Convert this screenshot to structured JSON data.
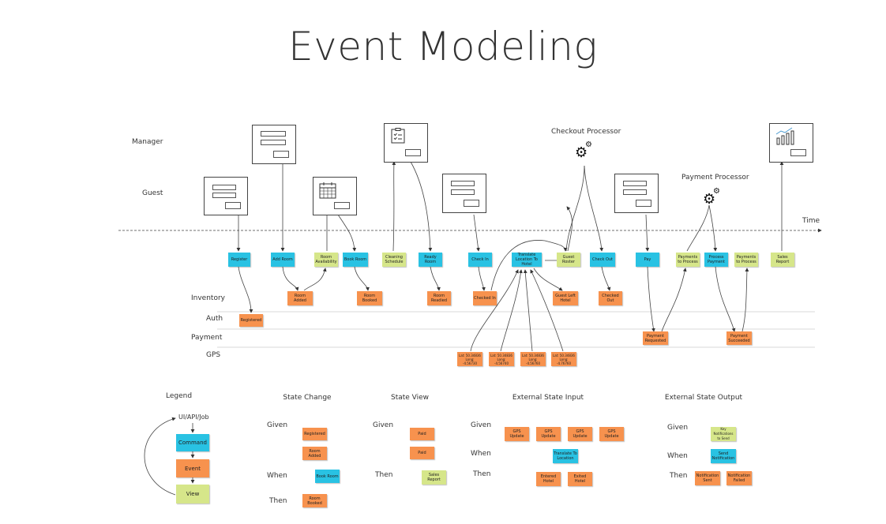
{
  "title": "Event Modeling",
  "lanes": {
    "manager": "Manager",
    "guest": "Guest",
    "checkout_processor": "Checkout Processor",
    "payment_processor": "Payment Processor",
    "time": "Time",
    "inventory": "Inventory",
    "auth": "Auth",
    "payment": "Payment",
    "gps": "GPS"
  },
  "timeline": {
    "register": "Register",
    "add_room": "Add Room",
    "room_availability": "Room Availability",
    "book_room": "Book Room",
    "cleaning_schedule": "Cleaning Schedule",
    "ready_room": "Ready Room",
    "check_in": "Check In",
    "translate_location": "Translate Location To Hotel",
    "guest_roster": "Guest Roster",
    "check_out": "Check Out",
    "pay": "Pay",
    "payments_to_process_1": "Payments to Process",
    "process_payment": "Process Payment",
    "payments_to_process_2": "Payments to Process",
    "sales_report": "Sales Report",
    "registered": "Registered",
    "room_added": "Room Added",
    "room_booked": "Room Booked",
    "room_readied": "Room Readied",
    "checked_in": "Checked In",
    "guest_left_hotel": "Guest Left Hotel",
    "checked_out": "Checked Out",
    "payment_requested": "Payment Requested",
    "payment_succeeded": "Payment Succeeded",
    "gps_1": "Lat: 50.34836 Long: -4.56730",
    "gps_2": "Lat: 50.34836 Long: -4.56740",
    "gps_3": "Lat: 50.34836 Long: -4.56760",
    "gps_4": "Lat: 50.34836 Long: -4.76760"
  },
  "legend": {
    "title": "Legend",
    "ui": "UI/API/Job",
    "command": "Command",
    "event": "Event",
    "view": "View"
  },
  "sections": {
    "state_change": "State Change",
    "state_view": "State View",
    "external_input": "External State Input",
    "external_output": "External State Output"
  },
  "gwt": {
    "given": "Given",
    "when": "When",
    "then": "Then"
  },
  "examples": {
    "sc_registered": "Registered",
    "sc_room_added": "Room Added",
    "sc_book_room": "Book Room",
    "sc_room_booked": "Room Booked",
    "sv_paid_1": "Paid",
    "sv_paid_2": "Paid",
    "sv_sales_report": "Sales Report",
    "ei_gps_1": "GPS Update",
    "ei_gps_2": "GPS Update",
    "ei_gps_3": "GPS Update",
    "ei_gps_4": "GPS Update",
    "ei_translate": "Translate To Location",
    "ei_entered": "Entered Hotel",
    "ei_exited": "Exited Hotel",
    "eo_key": "Key Notifications to Send",
    "eo_send": "Send Notification",
    "eo_sent": "Notification Sent",
    "eo_failed": "Notification Failed"
  },
  "colors": {
    "command": "#29c2e3",
    "event": "#f7924e",
    "view": "#d6e68a"
  }
}
